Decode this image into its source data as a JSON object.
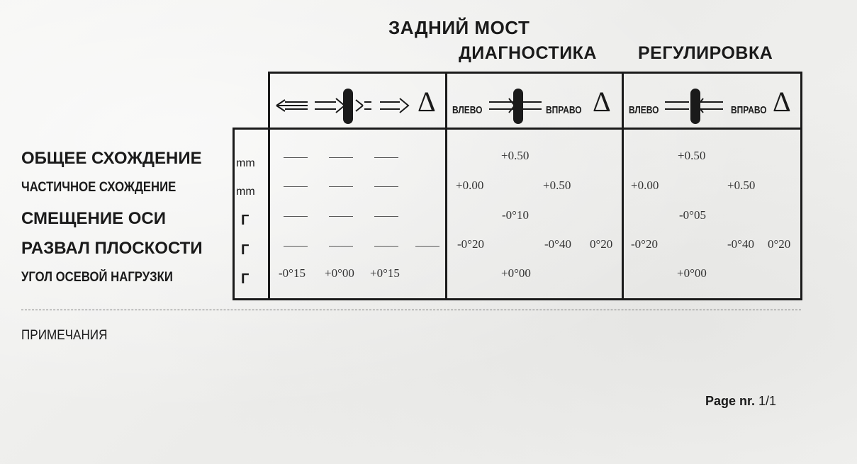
{
  "header": {
    "section": "ЗАДНИЙ МОСТ",
    "diagnostics": "ДИАГНОСТИКА",
    "adjustment": "РЕГУЛИРОВКА"
  },
  "columns": {
    "left_label": "ВЛЕВО",
    "right_label": "ВПРАВО",
    "delta": "Δ"
  },
  "rows": [
    {
      "label": "ОБЩЕЕ СХОЖДЕНИЕ",
      "unit": "mm"
    },
    {
      "label": "ЧАСТИЧНОЕ СХОЖДЕНИЕ",
      "unit": "mm"
    },
    {
      "label": "СМЕЩЕНИЕ ОСИ",
      "unit": "Г"
    },
    {
      "label": "РАЗВАЛ ПЛОСКОСТИ",
      "unit": "Г"
    },
    {
      "label": "УГОЛ ОСЕВОЙ НАГРУЗКИ",
      "unit": "Г"
    }
  ],
  "tolerance": {
    "axle_load_min": "-0°15",
    "axle_load_nom": "+0°00",
    "axle_load_max": "+0°15"
  },
  "diagnostics": {
    "total_toe": "+0.50",
    "partial_toe_left": "+0.00",
    "partial_toe_right": "+0.50",
    "axle_offset": "-0°10",
    "camber_left": "-0°20",
    "camber_right": "-0°40",
    "camber_delta": "0°20",
    "thrust_angle": "+0°00"
  },
  "adjustment": {
    "total_toe": "+0.50",
    "partial_toe_left": "+0.00",
    "partial_toe_right": "+0.50",
    "axle_offset": "-0°05",
    "camber_left": "-0°20",
    "camber_right": "-0°40",
    "camber_delta": "0°20",
    "thrust_angle": "+0°00"
  },
  "notes_label": "ПРИМЕЧАНИЯ",
  "page": {
    "label": "Page nr.",
    "number": "1/1"
  }
}
